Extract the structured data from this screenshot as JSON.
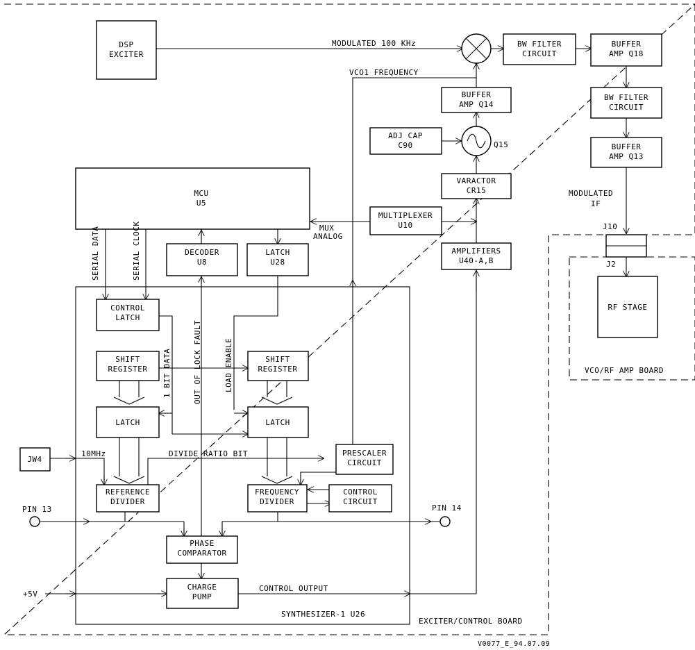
{
  "blocks": {
    "dsp": [
      "DSP",
      "EXCITER"
    ],
    "bw1": [
      "BW FILTER",
      "CIRCUIT"
    ],
    "buf18": [
      "BUFFER",
      "AMP Q18"
    ],
    "buf14": [
      "BUFFER",
      "AMP Q14"
    ],
    "bw2": [
      "BW FILTER",
      "CIRCUIT"
    ],
    "adjcap": [
      "ADJ CAP",
      "C90"
    ],
    "buf13": [
      "BUFFER",
      "AMP Q13"
    ],
    "varactor": [
      "VARACTOR",
      "CR15"
    ],
    "mcu": [
      "MCU",
      "U5"
    ],
    "mux": [
      "MULTIPLEXER",
      "U10"
    ],
    "decoder": [
      "DECODER",
      "U8"
    ],
    "latch28": [
      "LATCH",
      "U28"
    ],
    "amps": [
      "AMPLIFIERS",
      "U40-A,B"
    ],
    "ctrllatch": [
      "CONTROL",
      "LATCH"
    ],
    "rfstage": [
      "RF STAGE"
    ],
    "shift1": [
      "SHIFT",
      "REGISTER"
    ],
    "shift2": [
      "SHIFT",
      "REGISTER"
    ],
    "latch1": [
      "LATCH"
    ],
    "latch2": [
      "LATCH"
    ],
    "jw4": [
      "JW4"
    ],
    "prescaler": [
      "PRESCALER",
      "CIRCUIT"
    ],
    "refdiv": [
      "REFERENCE",
      "DIVIDER"
    ],
    "freqdiv": [
      "FREQUENCY",
      "DIVIDER"
    ],
    "ctrlcircuit": [
      "CONTROL",
      "CIRCUIT"
    ],
    "phase": [
      "PHASE",
      "COMPARATOR"
    ],
    "charge": [
      "CHARGE",
      "PUMP"
    ]
  },
  "labels": {
    "modulated100": "MODULATED 100 KHz",
    "vco1": "VCO1 FREQUENCY",
    "q15": "Q15",
    "modulated_if_1": "MODULATED",
    "modulated_if_2": "IF",
    "j10": "J10",
    "j2": "J2",
    "mux_analog_1": "MUX",
    "mux_analog_2": "ANALOG",
    "serial_data": "SERIAL DATA",
    "serial_clock": "SERIAL CLOCK",
    "out_of_lock": "OUT OF LOCK FAULT",
    "load_enable": "LOAD ENABLE",
    "one_bit_data": "1 BIT DATA",
    "divide_ratio": "DIVIDE RATIO BIT",
    "ten_mhz": "10MHz",
    "pin13": "PIN 13",
    "pin14": "PIN 14",
    "plus5v": "+5V",
    "control_output": "CONTROL OUTPUT",
    "synth": "SYNTHESIZER-1 U26",
    "exciter_board": "EXCITER/CONTROL BOARD",
    "vco_board": "VCO/RF AMP BOARD",
    "figure_id": "V0077_E_94.07.09"
  }
}
